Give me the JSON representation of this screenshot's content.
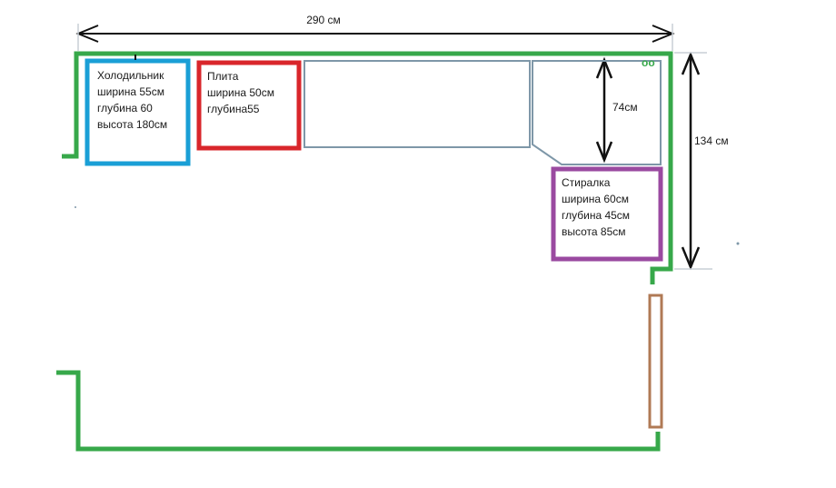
{
  "dimensions": {
    "width_label": "290 см",
    "height_label": "134 см",
    "corner_label": "74см"
  },
  "corner_mark": "oo",
  "fridge": {
    "lines": [
      "Холодильник",
      "ширина 55см",
      "глубина 60",
      "высота 180см"
    ],
    "color": "#1a9fd6"
  },
  "stove": {
    "lines": [
      "Плита",
      "ширина 50см",
      "глубина55"
    ],
    "color": "#d9262b"
  },
  "washer": {
    "lines": [
      "Стиралка",
      "ширина 60см",
      "глубина 45см",
      "высота 85см"
    ],
    "color": "#9a4aa0"
  },
  "colors": {
    "wall": "#37a84a",
    "counter": "#7e97a8",
    "door": "#b07a55",
    "arrow": "#111111",
    "guide": "#c9cfd6"
  }
}
